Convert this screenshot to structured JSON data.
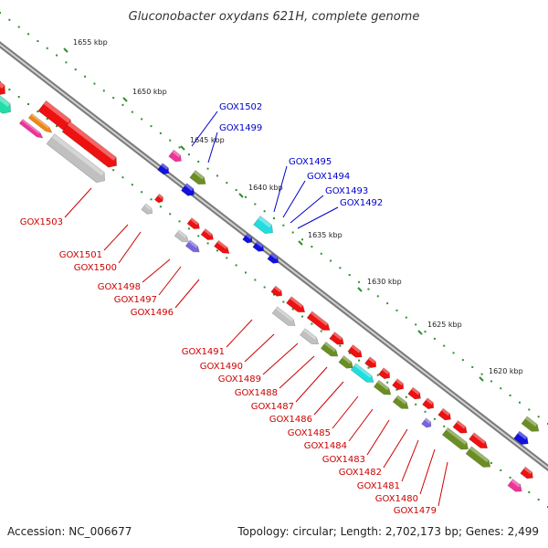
{
  "title": "Gluconobacter oxydans 621H, complete genome",
  "footer": {
    "accession": "Accession: NC_006677",
    "summary": "Topology: circular; Length: 2,702,173 bp; Genes: 2,499"
  },
  "colors": {
    "backbone": "#888888",
    "tick": "#2f8f2f",
    "label_forward": "#0000cc",
    "label_reverse": "#cc0000",
    "red": "#ee1111",
    "blue": "#1111dd",
    "olive": "#6b8e23",
    "cyan": "#22dddd",
    "grey": "#c0c0c0",
    "pink": "#ee3399",
    "green": "#22ddaa",
    "orange": "#ee8811",
    "purple": "#7766dd"
  },
  "scale_labels": [
    "1655 kbp",
    "1650 kbp",
    "1645 kbp",
    "1640 kbp",
    "1635 kbp",
    "1630 kbp",
    "1625 kbp",
    "1620 kbp"
  ],
  "forward_labels": [
    "GOX1502",
    "GOX1499",
    "GOX1495",
    "GOX1494",
    "GOX1493",
    "GOX1492"
  ],
  "reverse_labels": [
    "GOX1503",
    "GOX1501",
    "GOX1500",
    "GOX1498",
    "GOX1497",
    "GOX1496",
    "GOX1491",
    "GOX1490",
    "GOX1489",
    "GOX1488",
    "GOX1487",
    "GOX1486",
    "GOX1485",
    "GOX1484",
    "GOX1483",
    "GOX1482",
    "GOX1481",
    "GOX1480",
    "GOX1479"
  ]
}
